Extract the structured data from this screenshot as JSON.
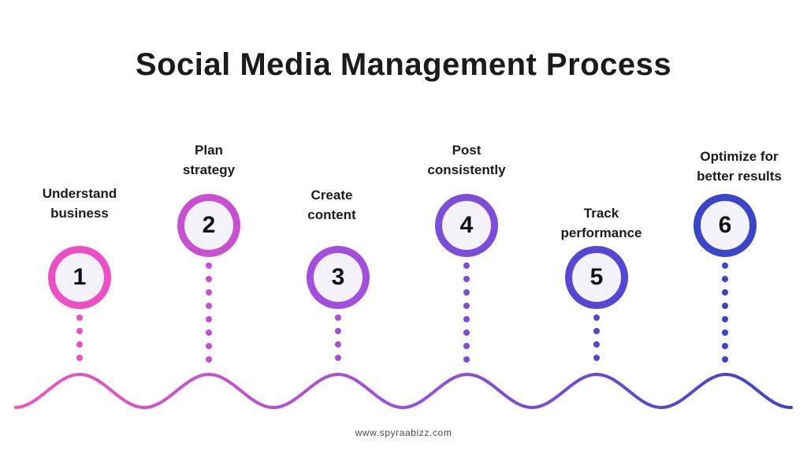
{
  "title": "Social Media Management Process",
  "footer": {
    "website": "www.spyraabizz.com"
  },
  "colors": {
    "background": "#FFFFFF",
    "title_text": "#1B1B1B",
    "label_text": "#1B1B1B",
    "number_text": "#111111",
    "circle_fill": "#F2F2F8",
    "footer_text": "#4A4A4A"
  },
  "wave": {
    "gradient": [
      "#F155BE",
      "#9A50DC",
      "#3C45C6"
    ]
  },
  "steps": [
    {
      "number": "1",
      "label": "Understand business",
      "label_line1": "Understand",
      "label_line2": "business",
      "accent": "#EE4EC5",
      "dots": 4
    },
    {
      "number": "2",
      "label": "Plan strategy",
      "label_line1": "Plan",
      "label_line2": "strategy",
      "accent": "#C84FD1",
      "dots": 8
    },
    {
      "number": "3",
      "label": "Create content",
      "label_line1": "Create",
      "label_line2": "content",
      "accent": "#A24FDD",
      "dots": 4
    },
    {
      "number": "4",
      "label": "Post consistently",
      "label_line1": "Post",
      "label_line2": "consistently",
      "accent": "#7B4EDA",
      "dots": 8
    },
    {
      "number": "5",
      "label": "Track performance",
      "label_line1": "Track",
      "label_line2": "performance",
      "accent": "#5547D4",
      "dots": 4
    },
    {
      "number": "6",
      "label": "Optimize for better results",
      "label_line1": "Optimize for",
      "label_line2": "better results",
      "accent": "#3A45C7",
      "dots": 8
    }
  ]
}
